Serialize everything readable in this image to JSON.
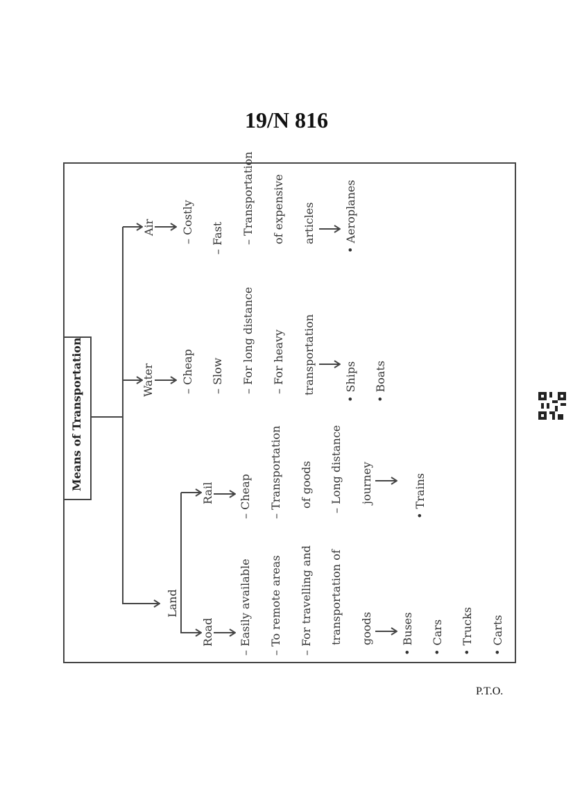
{
  "header": {
    "code": "19/N 816"
  },
  "diagram": {
    "root": "Means of Transportation",
    "air": {
      "label": "Air",
      "features": [
        "– Costly",
        "– Fast",
        "– Transportation",
        "of expensive",
        "articles"
      ],
      "examples": [
        "• Aeroplanes"
      ]
    },
    "water": {
      "label": "Water",
      "features": [
        "– Cheap",
        "– Slow",
        "– For long distance",
        "– For heavy",
        "transportation"
      ],
      "examples": [
        "• Ships",
        "• Boats"
      ]
    },
    "land": {
      "label": "Land",
      "rail": {
        "label": "Rail",
        "features": [
          "– Cheap",
          "– Transportation",
          "of goods",
          "– Long distance",
          "journey"
        ],
        "examples": [
          "• Trains"
        ]
      },
      "road": {
        "label": "Road",
        "features": [
          "– Easily available",
          "– To remote areas",
          "– For travelling and",
          "transportation of",
          "goods"
        ],
        "examples": [
          "• Buses",
          "• Cars",
          "• Trucks",
          "• Carts"
        ]
      }
    }
  },
  "footer": {
    "pto": "P.T.O."
  }
}
